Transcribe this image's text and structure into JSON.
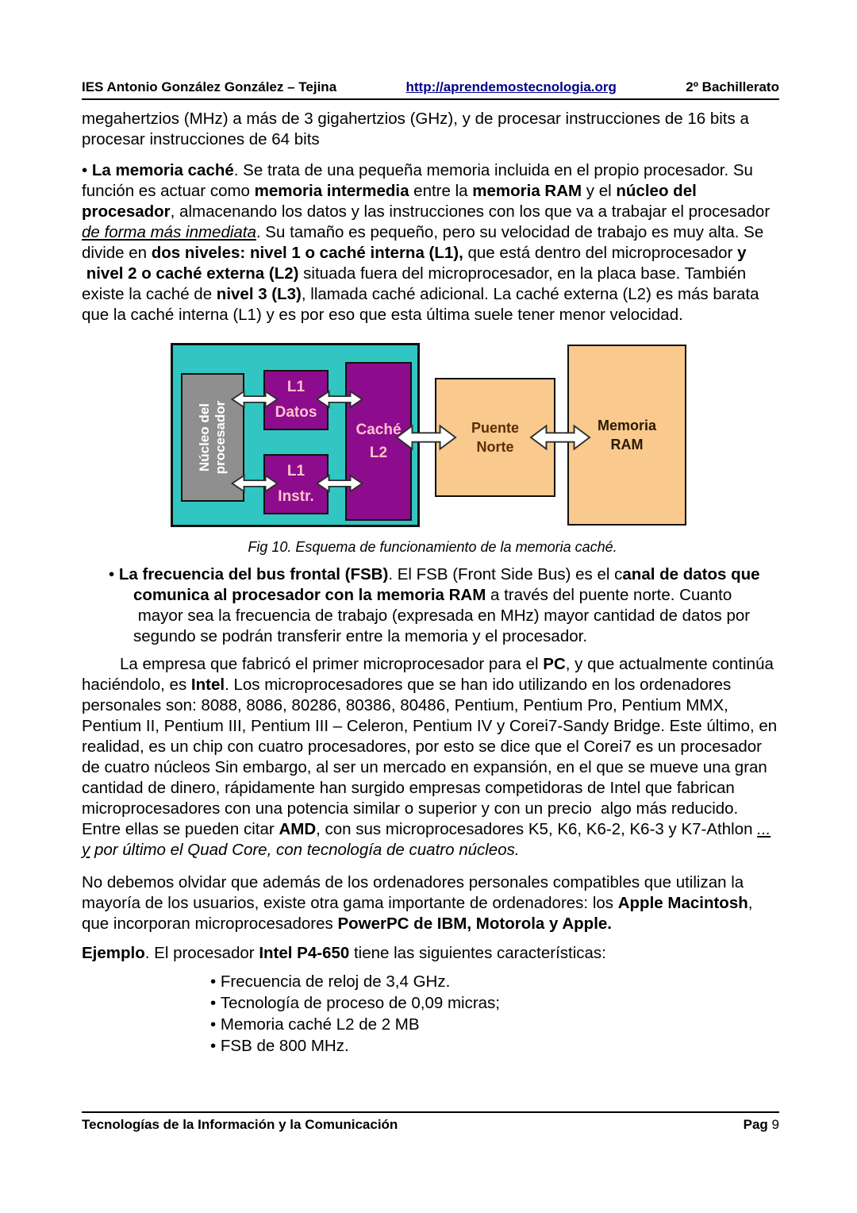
{
  "header": {
    "left": "IES Antonio González González – Tejina",
    "center_link": "http://aprendemostecnologia.org",
    "right": "2º Bachillerato",
    "link_color": "#00008B"
  },
  "paragraphs": {
    "intro": [
      {
        "t": "megahertzios (MHz) a más de 3 gigahertzios (GHz), y de procesar instrucciones de 16 bits a procesar instrucciones de 64 bits"
      }
    ],
    "memoria_cache": [
      {
        "t": "• "
      },
      {
        "t": "La memoria caché",
        "b": true
      },
      {
        "t": ". Se trata de una pequeña memoria incluida en el propio procesador. Su función es actuar como "
      },
      {
        "t": "memoria intermedia",
        "b": true
      },
      {
        "t": " entre la "
      },
      {
        "t": "memoria RAM",
        "b": true
      },
      {
        "t": " y el "
      },
      {
        "t": "núcleo del procesador",
        "b": true
      },
      {
        "t": ", almacenando los datos y las instrucciones con los que va a trabajar el procesador "
      },
      {
        "t": "de forma más inmediata",
        "i": true,
        "u": true
      },
      {
        "t": ". Su tamaño es pequeño, pero su velocidad de trabajo es muy alta. Se divide en "
      },
      {
        "t": "dos niveles: nivel 1 o caché interna (L1),",
        "b": true
      },
      {
        "t": " que está dentro del microprocesador "
      },
      {
        "t": "y  nivel 2 o caché externa (L2)",
        "b": true
      },
      {
        "t": " situada fuera del microprocesador, en la placa base. También existe la caché de "
      },
      {
        "t": "nivel 3 (L3)",
        "b": true
      },
      {
        "t": ", llamada caché adicional. La caché externa (L2) es más barata que la caché interna (L1) y es por eso que esta última suele tener menor velocidad."
      }
    ],
    "fsb": [
      {
        "t": "• "
      },
      {
        "t": "La frecuencia del bus frontal (FSB)",
        "b": true
      },
      {
        "t": ". El FSB (Front Side Bus) es el c"
      },
      {
        "t": "anal de datos que comunica al procesador con la memoria RAM",
        "b": true
      },
      {
        "t": " a través del puente norte. Cuanto  mayor sea la frecuencia de trabajo (expresada en MHz) mayor cantidad de datos por segundo se podrán transferir entre la memoria y el procesador."
      }
    ],
    "empresa": [
      {
        "t": "La empresa que fabricó el primer microprocesador para el "
      },
      {
        "t": "PC",
        "b": true
      },
      {
        "t": ", y que actualmente continúa haciéndolo, es "
      },
      {
        "t": "Intel",
        "b": true
      },
      {
        "t": ". Los microprocesadores que se han ido utilizando en los ordenadores personales son: 8088, 8086, 80286, 80386, 80486, Pentium, Pentium Pro, Pentium MMX, Pentium II, Pentium III, Pentium III – Celeron, Pentium IV y Corei7-Sandy Bridge. Este último, en realidad, es un chip con cuatro procesadores, por esto se dice que el Corei7 es un procesador de cuatro núcleos Sin embargo, al ser un mercado en expansión, en el que se mueve una gran cantidad de dinero, rápidamente han surgido empresas competidoras de Intel que fabrican microprocesadores con una potencia similar o superior y con un precio  algo más reducido. Entre ellas se pueden citar "
      },
      {
        "t": "AMD",
        "b": true
      },
      {
        "t": ", con sus microprocesadores K5, K6, K6-2, K6-3 y K7-Athlon "
      },
      {
        "t": "... y",
        "i": true,
        "u": true
      },
      {
        "t": " ",
        "i": true
      },
      {
        "t": "por último el Quad Core, con tecnología de cuatro núcleos.",
        "i": true
      }
    ],
    "no_debemos": [
      {
        "t": "No debemos olvidar que además de los ordenadores personales compatibles que utilizan la mayoría de los usuarios, existe otra gama importante de ordenadores: los "
      },
      {
        "t": "Apple Macintosh",
        "b": true
      },
      {
        "t": ", que incorporan microprocesadores "
      },
      {
        "t": "PowerPC de IBM, Motorola y Apple.",
        "b": true
      }
    ],
    "ejemplo": [
      {
        "t": "Ejemplo",
        "b": true
      },
      {
        "t": ". El procesador "
      },
      {
        "t": "Intel P4-650",
        "b": true
      },
      {
        "t": " tiene las siguientes características:"
      }
    ]
  },
  "example_bullets": [
    "Frecuencia de reloj de 3,4 GHz.",
    "Tecnología de proceso de 0,09 micras;",
    "Memoria caché L2 de 2 MB",
    "FSB de 800 MHz."
  ],
  "figure": {
    "caption": "Fig 10. Esquema de funcionamiento de la memoria caché.",
    "labels": {
      "nucleo_line1": "Núcleo del",
      "nucleo_line2": "procesador",
      "l1_datos_line1": "L1",
      "l1_datos_line2": "Datos",
      "l1_instr_line1": "L1",
      "l1_instr_line2": "Instr.",
      "cache_l2_line1": "Caché",
      "cache_l2_line2": "L2",
      "puente_line1": "Puente",
      "puente_line2": "Norte",
      "ram_line1": "Memoria",
      "ram_line2": "RAM"
    },
    "colors": {
      "cpu_bg": "#31c6c2",
      "cache_bg": "#8d0c8d",
      "cache_label": "#ffc2cc",
      "core_bg": "#8f8f8f",
      "core_label": "#ffffff",
      "bridge_bg": "#f9c98e",
      "bridge_label": "#5c2d05",
      "ram_label": "#2b1a05"
    }
  },
  "footer": {
    "left": "Tecnologías de la Información y la Comunicación",
    "right_runs": [
      {
        "t": "Pag ",
        "b": true
      },
      {
        "t": "9"
      }
    ]
  }
}
